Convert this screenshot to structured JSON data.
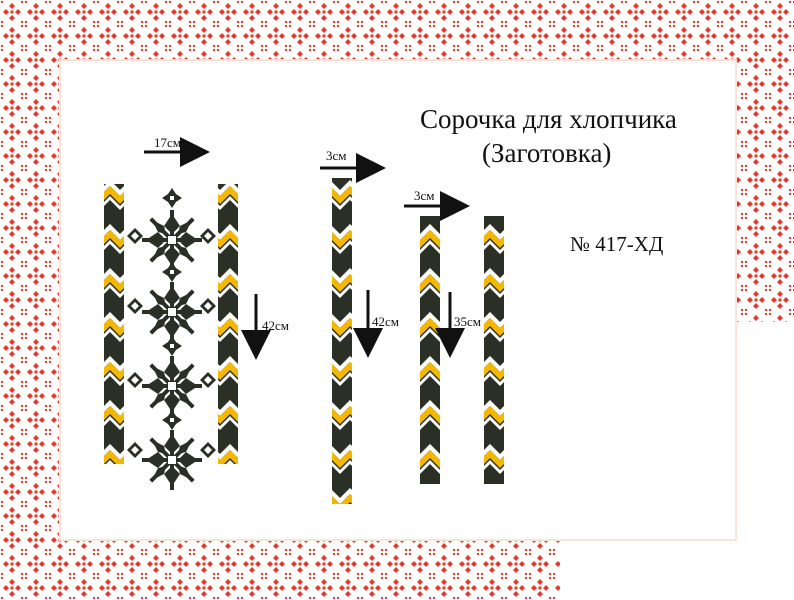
{
  "title_line1": "Сорочка для хлопчика",
  "title_line2": "(Заготовка)",
  "article_number": "№ 417-ХД",
  "dimensions": {
    "collar_width": "17см",
    "collar_length": "42см",
    "placket_width": "3см",
    "placket_length": "42см",
    "sleeve_width": "3см",
    "sleeve_length": "35см"
  },
  "colors": {
    "border_red": "#e23a2c",
    "pattern_dark": "#2b3026",
    "pattern_yellow": "#f4b800",
    "background": "#ffffff"
  },
  "icons": [
    "ornament-border",
    "arrow-right-icon",
    "arrow-down-icon"
  ]
}
